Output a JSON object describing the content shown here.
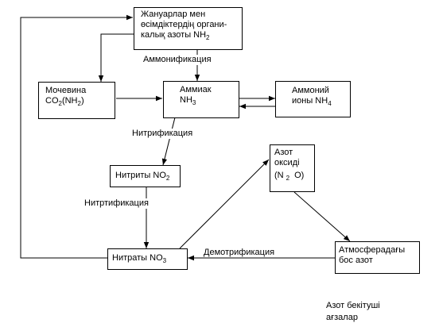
{
  "nodes": {
    "organic": {
      "line1": "Жануарлар мен",
      "line2": "өсімдіктердің органи-",
      "line3": "калық азоты NH",
      "line3_sub": "2"
    },
    "urea": {
      "line1": "Мочевина",
      "line2_a": "CO",
      "line2_sub1": "2",
      "line2_b": "(NH",
      "line2_sub2": "2",
      "line2_c": ")"
    },
    "ammonia": {
      "line1": "Аммиак",
      "line2": "NH",
      "line2_sub": "3"
    },
    "ammonium": {
      "line1": "Аммоний",
      "line2": "ионы NH",
      "line2_sub": "4"
    },
    "nitrites": {
      "text": "Нитриты NO",
      "sub": "2"
    },
    "nitrogen_oxide": {
      "line1": "Азот",
      "line2": "оксиді",
      "line3_a": "(N",
      "line3_sub": "2",
      "line3_b": " O)"
    },
    "nitrates": {
      "text": "Нитраты NO",
      "sub": "3"
    },
    "free_nitrogen": {
      "line1": "Атмосферадағы",
      "line2": "бос азот"
    }
  },
  "labels": {
    "ammonification": "Аммонификация",
    "nitrification": "Нитрификация",
    "nitrtification": "Нитртификация",
    "denitrification": "Демотрификация"
  },
  "footer": {
    "line1": "Азот бекітуші",
    "line2": "ағзалар"
  }
}
